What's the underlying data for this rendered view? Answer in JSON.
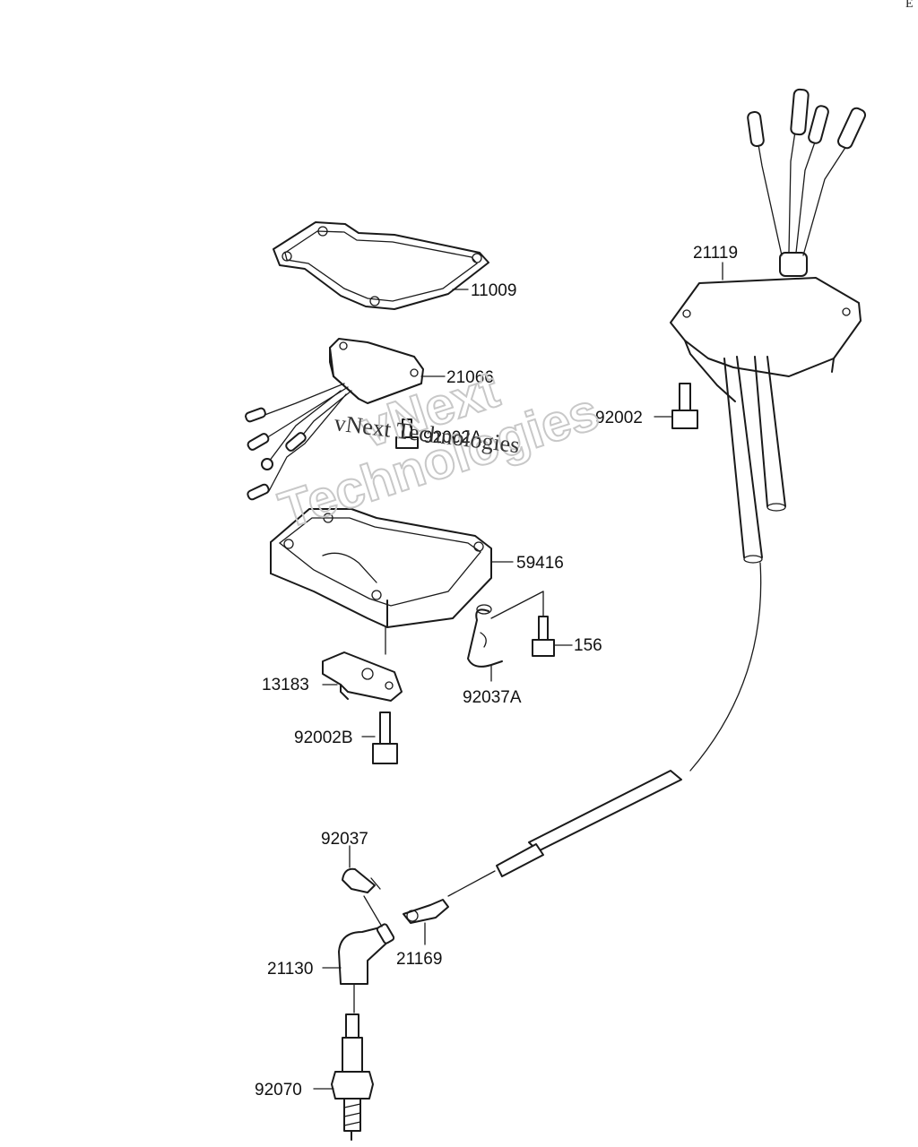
{
  "corner_mark": "E",
  "watermark": {
    "text_line": "vNext Technologies",
    "outline_top": "vNext",
    "outline_bottom": "Technologies"
  },
  "callouts": {
    "c11009": "11009",
    "c21066": "21066",
    "c92002A": "92002A",
    "c59416": "59416",
    "c156": "156",
    "c92037A": "92037A",
    "c13183": "13183",
    "c92002B": "92002B",
    "c21119": "21119",
    "c92002": "92002",
    "c92037": "92037",
    "c21130": "21130",
    "c21169": "21169",
    "c92070": "92070"
  }
}
